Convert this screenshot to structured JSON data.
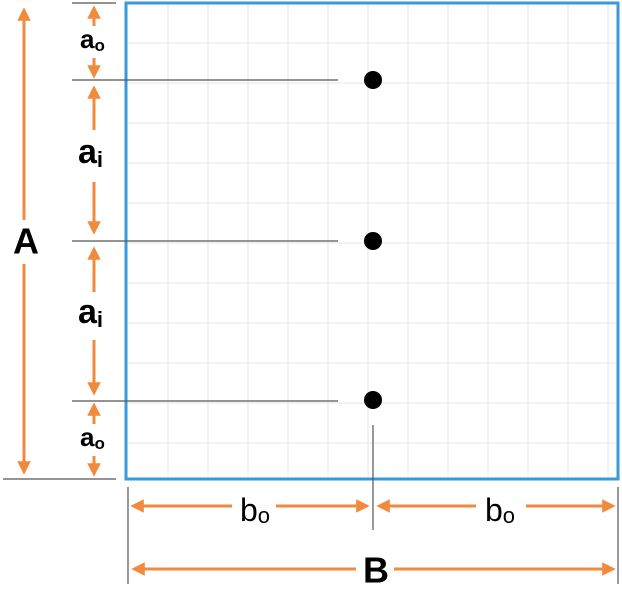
{
  "colors": {
    "frame": "#3a9ad9",
    "grid": "#e6e6e6",
    "arrow": "#f08a3c",
    "guide": "#555555",
    "dot": "#000000"
  },
  "labels": {
    "A": "A",
    "B": "B",
    "a_letter": "a",
    "a_outer_sub": "o",
    "a_inner_sub": "i",
    "b_letter": "b",
    "b_sub": "o"
  },
  "points": [
    {
      "name": "point-top"
    },
    {
      "name": "point-middle"
    },
    {
      "name": "point-bottom"
    }
  ]
}
